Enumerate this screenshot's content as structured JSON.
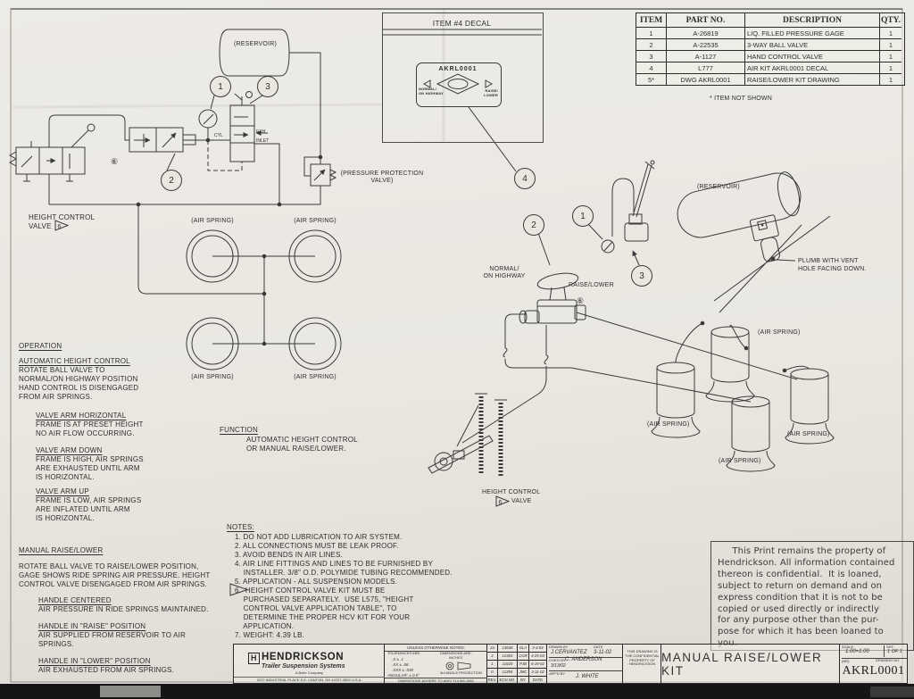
{
  "sheet": {
    "parts_table": {
      "headers": [
        "ITEM",
        "PART NO.",
        "DESCRIPTION",
        "QTY."
      ],
      "rows": [
        {
          "item": "1",
          "part": "A-26819",
          "desc": "LIQ. FILLED PRESSURE GAGE",
          "qty": "1"
        },
        {
          "item": "2",
          "part": "A-22535",
          "desc": "3-WAY BALL VALVE",
          "qty": "1"
        },
        {
          "item": "3",
          "part": "A-1127",
          "desc": "HAND CONTROL VALVE",
          "qty": "1"
        },
        {
          "item": "4",
          "part": "L777",
          "desc": "AIR KIT AKRL0001 DECAL",
          "qty": "1"
        },
        {
          "item": "5*",
          "part": "DWG AKRL0001",
          "desc": "RAISE/LOWER KIT DRAWING",
          "qty": "1"
        }
      ],
      "footnote": "* ITEM NOT SHOWN"
    },
    "decal": {
      "box_title": "ITEM #4 DECAL",
      "logo": "AKRL0001",
      "left_label": "NORMAL/\nON HIGHWAY",
      "right_label": "RAISE/\nLOWER",
      "callout": "4"
    },
    "schematic": {
      "reservoir": "(RESERVOIR)",
      "air_spring": "(AIR SPRING)",
      "height_control_valve": "HEIGHT CONTROL\nVALVE",
      "pressure_protection_valve": "(PRESSURE PROTECTION\nVALVE)",
      "port_cyl": "CYL",
      "port_exh": "EXH",
      "port_inlet": "INLET",
      "callout_1": "1",
      "callout_2": "2",
      "callout_3": "3",
      "flag_6": "6",
      "circled_6": "⑥"
    },
    "iso": {
      "normal_on_highway": "NORMAL/\nON HIGHWAY",
      "raise_lower": "RAISE/LOWER",
      "reservoir": "(RESERVOIR)",
      "plumb_note": "PLUMB WITH VENT\nHOLE FACING DOWN.",
      "air_spring": "(AIR SPRING)",
      "height_control": "HEIGHT CONTROL",
      "valve_word": "VALVE",
      "callout_1": "1",
      "callout_2": "2",
      "callout_3": "3",
      "callout_4": "4",
      "flag_6": "6",
      "circled_6": "⑥"
    },
    "operation": {
      "title": "OPERATION",
      "auto_heading": "AUTOMATIC HEIGHT CONTROL",
      "auto_body": "ROTATE BALL VALVE TO\nNORMAL/ON HIGHWAY POSITION\nHAND CONTROL IS DISENGAGED\nFROM AIR SPRINGS.",
      "horiz_heading": "VALVE ARM HORIZONTAL",
      "horiz_body": "FRAME IS AT PRESET HEIGHT\nNO AIR FLOW OCCURRING.",
      "down_heading": "VALVE ARM DOWN",
      "down_body": "FRAME IS HIGH, AIR SPRINGS\nARE EXHAUSTED UNTIL ARM\nIS HORIZONTAL.",
      "up_heading": "VALVE ARM UP",
      "up_body": "FRAME IS LOW, AIR SPRINGS\nARE INFLATED UNTIL ARM\nIS HORIZONTAL."
    },
    "manual_rl": {
      "title": "MANUAL RAISE/LOWER",
      "intro": "ROTATE BALL VALVE TO RAISE/LOWER POSITION,\nGAGE SHOWS RIDE SPRING AIR PRESSURE. HEIGHT\nCONTROL VALVE DISENGAGED FROM AIR SPRINGS.",
      "centered_heading": "HANDLE CENTERED",
      "centered_body": "AIR PRESSURE IN RIDE SPRINGS MAINTAINED.",
      "raise_heading": "HANDLE IN \"RAISE\" POSITION",
      "raise_body": "AIR SUPPLIED FROM RESERVOIR TO AIR\nSPRINGS.",
      "lower_heading": "HANDLE IN \"LOWER\" POSITION",
      "lower_body": "AIR EXHAUSTED FROM AIR SPRINGS."
    },
    "function": {
      "title": "FUNCTION",
      "body": "AUTOMATIC HEIGHT CONTROL\nOR MANUAL RAISE/LOWER."
    },
    "notes": {
      "title": "NOTES:",
      "body": "1. DO NOT ADD LUBRICATION TO AIR SYSTEM.\n2. ALL CONNECTIONS MUST BE LEAK PROOF.\n3. AVOID BENDS IN AIR LINES.\n4. AIR LINE FITTINGS AND LINES TO BE FURNISHED BY\n    INSTALLER. 3/8\" O.D. POLYMIDE TUBING RECOMMENDED.\n5. APPLICATION - ALL SUSPENSION MODELS.\n6.  HEIGHT CONTROL VALVE KIT MUST BE\n    PURCHASED SEPARATELY.  USE L575, \"HEIGHT\n    CONTROL VALVE APPLICATION TABLE\", TO\n    DETERMINE THE PROPER HCV KIT FOR YOUR\n    APPLICATION.\n7. WEIGHT: 4.39 LB."
    },
    "confidential": "     This Print remains the property of\nHendrickson. All information contained\nthereon is confidential.  It is loaned,\nsubject to return on demand and on\nexpress condition that it is not to be\ncopied or used directly or indirectly\nfor any purpose other than the pur-\npose for which it has been loaned to\nyou.",
    "title_block": {
      "logo_h": "H",
      "logo_name": "HENDRICKSON",
      "logo_sub": "Trailer Suspension Systems",
      "logo_tag": "A Boler Company",
      "logo_addr": "2070 INDUSTRIAL PLACE S.E.   CANTON, OH  44707-2600   U.S.A.",
      "tol_header": "UNLESS OTHERWISE NOTED:",
      "tol_title": "TOLERANCES ARE:",
      "tol_x": ".X  ±  .1",
      "tol_xx": ".XX  ±  .06",
      "tol_xxx": ".XXX  ±  .030",
      "tol_ang": "ANGULAR:  ±  0.5°",
      "dim_title": "DIMENSIONS ARE:",
      "dim_unit": "INCHES",
      "proj": "3rd ANGLE PROJECTION",
      "adhere": "DIMENSIONS ADHERE TO ANSI Y14.5M-1982",
      "ecn_headers": [
        "REV.",
        "ECN NO.",
        "BY",
        "DATE"
      ],
      "ecn_rows": [
        {
          "rev": "2a",
          "ecn": "13638",
          "by": "GLA",
          "date": "3-4-04"
        },
        {
          "rev": "2",
          "ecn": "12304",
          "by": "CGR",
          "date": "4-25-03"
        },
        {
          "rev": "1",
          "ecn": "11620",
          "by": "PJB",
          "date": "6-19-02"
        },
        {
          "rev": "0",
          "ecn": "11394",
          "by": "JMC",
          "date": "3-11-02"
        }
      ],
      "drawn_label": "DRAWN BY",
      "drawn": "J.CERVANTEZ",
      "date_label": "DATE",
      "date": "3-11-02",
      "chkd_label": "CHK'D BY",
      "chkd": "C. ANDERSON",
      "chkd_date": "3/13/02",
      "appd_label": "APP'D BY",
      "appd": "J. WHITE",
      "conf_small": "THIS DRAWING IS THE CONFIDENTIAL PROPERTY OF HENDRICKSON",
      "title": "MANUAL RAISE/LOWER KIT",
      "scale_label": "SCALE",
      "scale": "1.00=1.00",
      "sheet_label": "SHT.",
      "sheet": "1 OF 1",
      "size_label": "(NR)",
      "dwg_label": "DRAWING NO.",
      "dwg_no": "AKRL0001"
    }
  }
}
